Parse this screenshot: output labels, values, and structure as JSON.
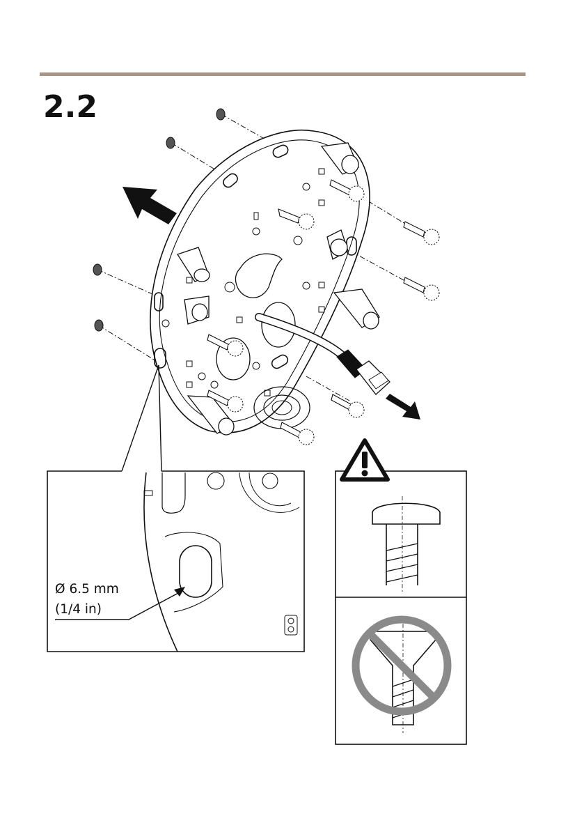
{
  "header": {
    "step_number": "2.2"
  },
  "callout": {
    "diameter_mm": "Ø 6.5 mm",
    "diameter_in": "(1/4 in)"
  },
  "colors": {
    "rule": "#a89484",
    "ink": "#111111",
    "prohibit": "#8a8a8a",
    "hole": "#555555"
  },
  "icons": [
    "warning-triangle-icon",
    "prohibited-icon",
    "arrow-up-left-icon",
    "arrow-down-right-icon"
  ]
}
